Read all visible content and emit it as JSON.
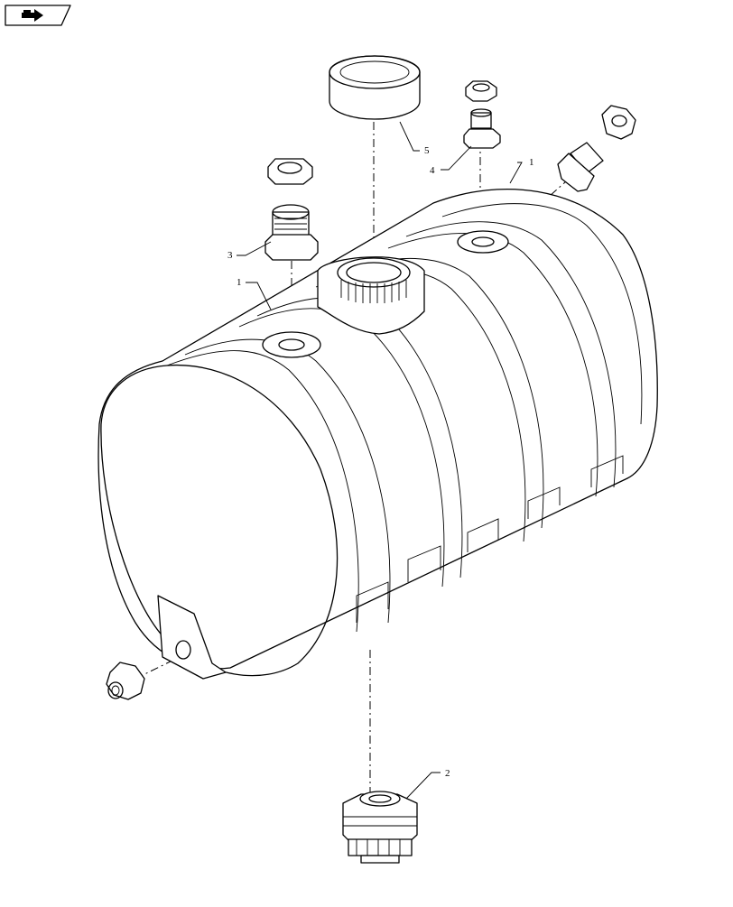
{
  "nav_icon": "next-page-arrow-icon",
  "callouts": {
    "tank_top": "1",
    "tank_side": "1",
    "drain_valve": "2",
    "fitting_left": "3",
    "fitting_right": "4",
    "fill_cap": "5"
  }
}
